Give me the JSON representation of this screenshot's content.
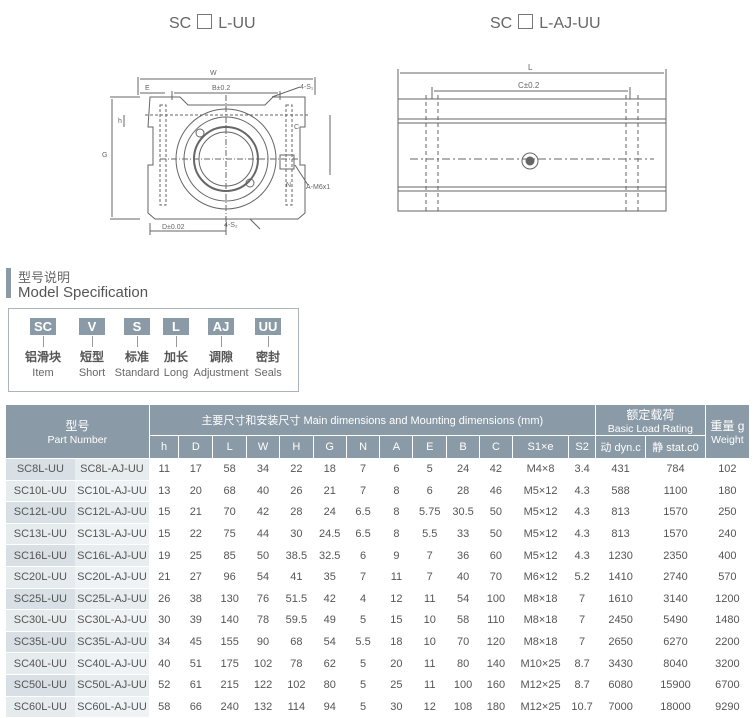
{
  "titles": {
    "left": {
      "prefix": "SC",
      "suffix": "L-UU"
    },
    "right": {
      "prefix": "SC",
      "suffix": "L-AJ-UU"
    }
  },
  "drawing_left": {
    "w": "W",
    "e": "E",
    "b": "B±0.2",
    "s1": "4-S₁",
    "g": "G",
    "h": "h",
    "c": "C",
    "d": "D±0.02",
    "s": "4-S₂",
    "a": "A-M6x1",
    "n": "N"
  },
  "drawing_right": {
    "l": "L",
    "c": "C±0.2"
  },
  "model_spec": {
    "title_cn": "型号说明",
    "title_en": "Model Specification",
    "codes": [
      {
        "code": "SC",
        "cn": "铝滑块",
        "en": "Item"
      },
      {
        "code": "V",
        "cn": "短型",
        "en": "Short"
      },
      {
        "code": "S",
        "cn": "标准",
        "en": "Standard"
      },
      {
        "code": "L",
        "cn": "加长",
        "en": "Long"
      },
      {
        "code": "AJ",
        "cn": "调隙",
        "en": "Adjustment"
      },
      {
        "code": "UU",
        "cn": "密封",
        "en": "Seals"
      }
    ]
  },
  "table": {
    "part_cn": "型号",
    "part_en": "Part Number",
    "dim_header": "主要尺寸和安装尺寸  Main dimensions and Mounting dimensions (mm)",
    "load_cn": "额定载荷",
    "load_en": "Basic Load Rating",
    "weight_cn": "重量 g",
    "weight_en": "Weight",
    "cols": [
      "h",
      "D",
      "L",
      "W",
      "H",
      "G",
      "N",
      "A",
      "E",
      "B",
      "C",
      "S1×e",
      "S2",
      "动 dyn.c",
      "静 stat.c0"
    ],
    "rows": [
      [
        "SC8L-UU",
        "SC8L-AJ-UU",
        "11",
        "17",
        "58",
        "34",
        "22",
        "18",
        "7",
        "6",
        "5",
        "24",
        "42",
        "M4×8",
        "3.4",
        "431",
        "784",
        "102"
      ],
      [
        "SC10L-UU",
        "SC10L-AJ-UU",
        "13",
        "20",
        "68",
        "40",
        "26",
        "21",
        "7",
        "8",
        "6",
        "28",
        "46",
        "M5×12",
        "4.3",
        "588",
        "1100",
        "180"
      ],
      [
        "SC12L-UU",
        "SC12L-AJ-UU",
        "15",
        "21",
        "70",
        "42",
        "28",
        "24",
        "6.5",
        "8",
        "5.75",
        "30.5",
        "50",
        "M5×12",
        "4.3",
        "813",
        "1570",
        "250"
      ],
      [
        "SC13L-UU",
        "SC13L-AJ-UU",
        "15",
        "22",
        "75",
        "44",
        "30",
        "24.5",
        "6.5",
        "8",
        "5.5",
        "33",
        "50",
        "M5×12",
        "4.3",
        "813",
        "1570",
        "240"
      ],
      [
        "SC16L-UU",
        "SC16L-AJ-UU",
        "19",
        "25",
        "85",
        "50",
        "38.5",
        "32.5",
        "6",
        "9",
        "7",
        "36",
        "60",
        "M5×12",
        "4.3",
        "1230",
        "2350",
        "400"
      ],
      [
        "SC20L-UU",
        "SC20L-AJ-UU",
        "21",
        "27",
        "96",
        "54",
        "41",
        "35",
        "7",
        "11",
        "7",
        "40",
        "70",
        "M6×12",
        "5.2",
        "1410",
        "2740",
        "570"
      ],
      [
        "SC25L-UU",
        "SC25L-AJ-UU",
        "26",
        "38",
        "130",
        "76",
        "51.5",
        "42",
        "4",
        "12",
        "11",
        "54",
        "100",
        "M8×18",
        "7",
        "1610",
        "3140",
        "1200"
      ],
      [
        "SC30L-UU",
        "SC30L-AJ-UU",
        "30",
        "39",
        "140",
        "78",
        "59.5",
        "49",
        "5",
        "15",
        "10",
        "58",
        "110",
        "M8×18",
        "7",
        "2450",
        "5490",
        "1480"
      ],
      [
        "SC35L-UU",
        "SC35L-AJ-UU",
        "34",
        "45",
        "155",
        "90",
        "68",
        "54",
        "5.5",
        "18",
        "10",
        "70",
        "120",
        "M8×18",
        "7",
        "2650",
        "6270",
        "2200"
      ],
      [
        "SC40L-UU",
        "SC40L-AJ-UU",
        "40",
        "51",
        "175",
        "102",
        "78",
        "62",
        "5",
        "20",
        "11",
        "80",
        "140",
        "M10×25",
        "8.7",
        "3430",
        "8040",
        "3200"
      ],
      [
        "SC50L-UU",
        "SC50L-AJ-UU",
        "52",
        "61",
        "215",
        "122",
        "102",
        "80",
        "5",
        "25",
        "11",
        "100",
        "160",
        "M12×25",
        "8.7",
        "6080",
        "15900",
        "6700"
      ],
      [
        "SC60L-UU",
        "SC60L-AJ-UU",
        "58",
        "66",
        "240",
        "132",
        "114",
        "94",
        "5",
        "30",
        "12",
        "108",
        "180",
        "M12×25",
        "10.7",
        "7000",
        "18000",
        "9290"
      ]
    ]
  }
}
